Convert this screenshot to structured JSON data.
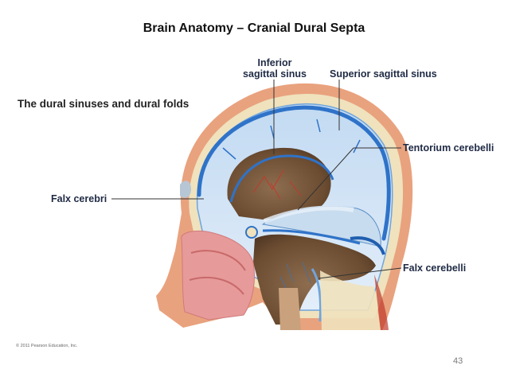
{
  "slide": {
    "title": "Brain Anatomy – Cranial Dural Septa",
    "page_number": "43"
  },
  "figure": {
    "title": "The dural sinuses and dural folds",
    "copyright": "© 2011 Pearson Education, Inc.",
    "labels": {
      "inferior_sagittal_sinus_line1": "Inferior",
      "inferior_sagittal_sinus_line2": "sagittal sinus",
      "superior_sagittal_sinus": "Superior sagittal sinus",
      "tentorium_cerebelli": "Tentorium cerebelli",
      "falx_cerebri": "Falx cerebri",
      "falx_cerebelli": "Falx cerebelli"
    }
  },
  "colors": {
    "skin": "#e9a27e",
    "bone": "#efe2bd",
    "dura": "#cfe3f5",
    "sinus": "#2f73c9",
    "brain_cavity": "#7a5a3c",
    "nasal": "#e79a9a",
    "leader_line": "#333333"
  }
}
